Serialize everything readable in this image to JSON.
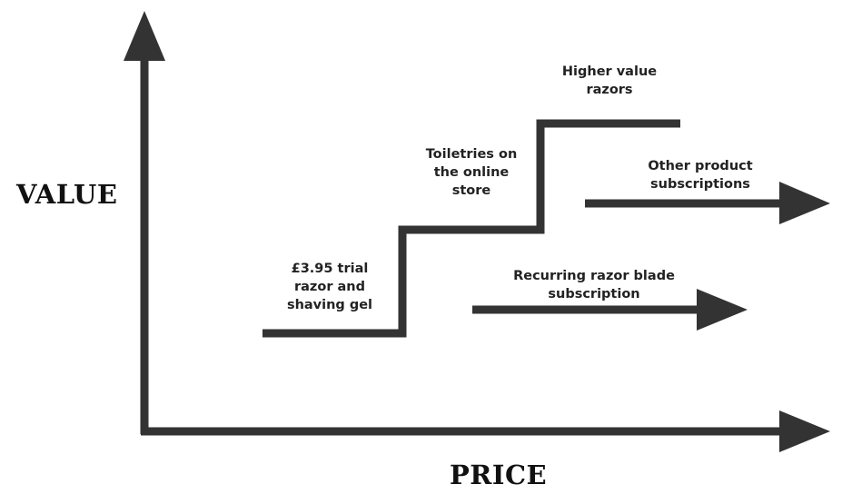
{
  "colors": {
    "stroke": "#333333",
    "text": "#222222",
    "background": "#ffffff"
  },
  "axes": {
    "y_label": "VALUE",
    "x_label": "PRICE"
  },
  "steps": {
    "step1_lines": [
      "£3.95 trial",
      "razor and",
      "shaving gel"
    ],
    "step2_lines": [
      "Toiletries on",
      "the online",
      "store"
    ],
    "step3_lines": [
      "Higher value",
      "razors"
    ]
  },
  "arrows": {
    "upper_lines": [
      "Other product",
      "subscriptions"
    ],
    "lower_lines": [
      "Recurring razor blade",
      "subscription"
    ]
  }
}
